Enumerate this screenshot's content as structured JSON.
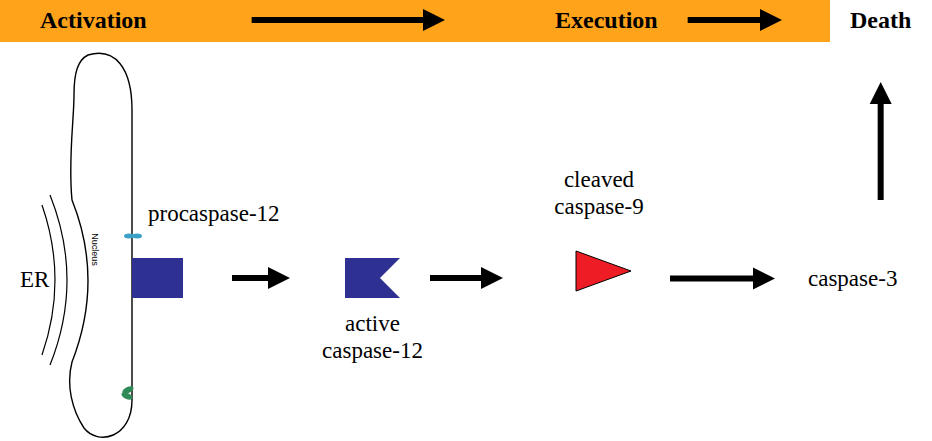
{
  "diagram": {
    "nodes": [
      {
        "text": [
          "Activation"
        ]
      },
      {
        "text": [
          "Execution"
        ]
      },
      {
        "text": [
          "Death"
        ]
      },
      {
        "text": [
          "ER",
          "Nucleus"
        ]
      },
      {
        "text": [
          "procaspase-12"
        ]
      },
      {
        "text": [
          "active caspase-12"
        ]
      },
      {
        "text": [
          "cleaved caspase-9"
        ]
      },
      {
        "text": [
          "caspase-3"
        ]
      }
    ],
    "edges": [
      {
        "from": 0,
        "to": 1,
        "arrow": "to"
      },
      {
        "from": 1,
        "to": 2,
        "arrow": "to"
      },
      {
        "from": 4,
        "to": 5,
        "arrow": "to"
      },
      {
        "from": 5,
        "to": 6,
        "arrow": "to"
      },
      {
        "from": 6,
        "to": 7,
        "arrow": "to"
      },
      {
        "from": 7,
        "to": 2,
        "arrow": "to"
      }
    ]
  }
}
